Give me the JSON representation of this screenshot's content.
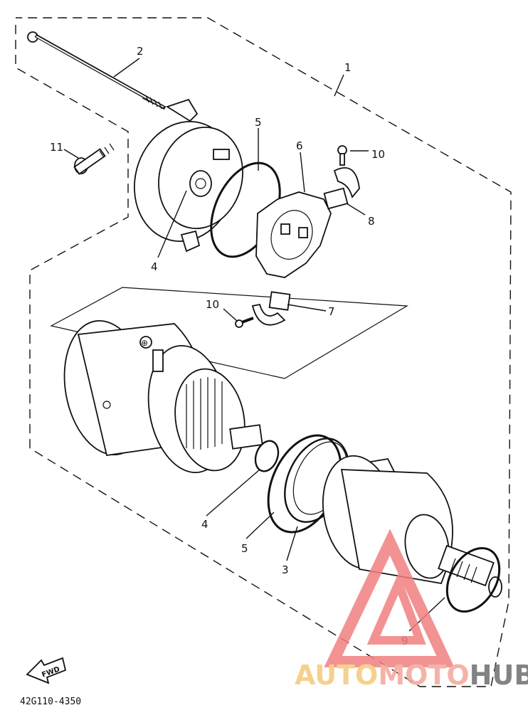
{
  "labels": {
    "assembly": "1",
    "long_bolt": "2",
    "ring_seal": "3",
    "washer_upper": "4",
    "washer_lower": "4",
    "oring_upper": "5",
    "oring_lower": "5",
    "brush_holder_plate": "6",
    "brush_set_lower": "7",
    "brush_set_upper": "8",
    "oring_shaft": "9",
    "screw_upper": "10",
    "screw_lower": "10",
    "bolt": "11"
  },
  "fwd_label": "FWD",
  "part_number": "42G110-4350",
  "terminal_mark": "⊕",
  "watermark": {
    "part1": "AUTO",
    "part2": "MOTO",
    "part3": "HUB",
    "color1": "#f5c97a",
    "color2": "#f3a69a",
    "color3": "#6d6e70",
    "triangle_color": "#f08080"
  }
}
